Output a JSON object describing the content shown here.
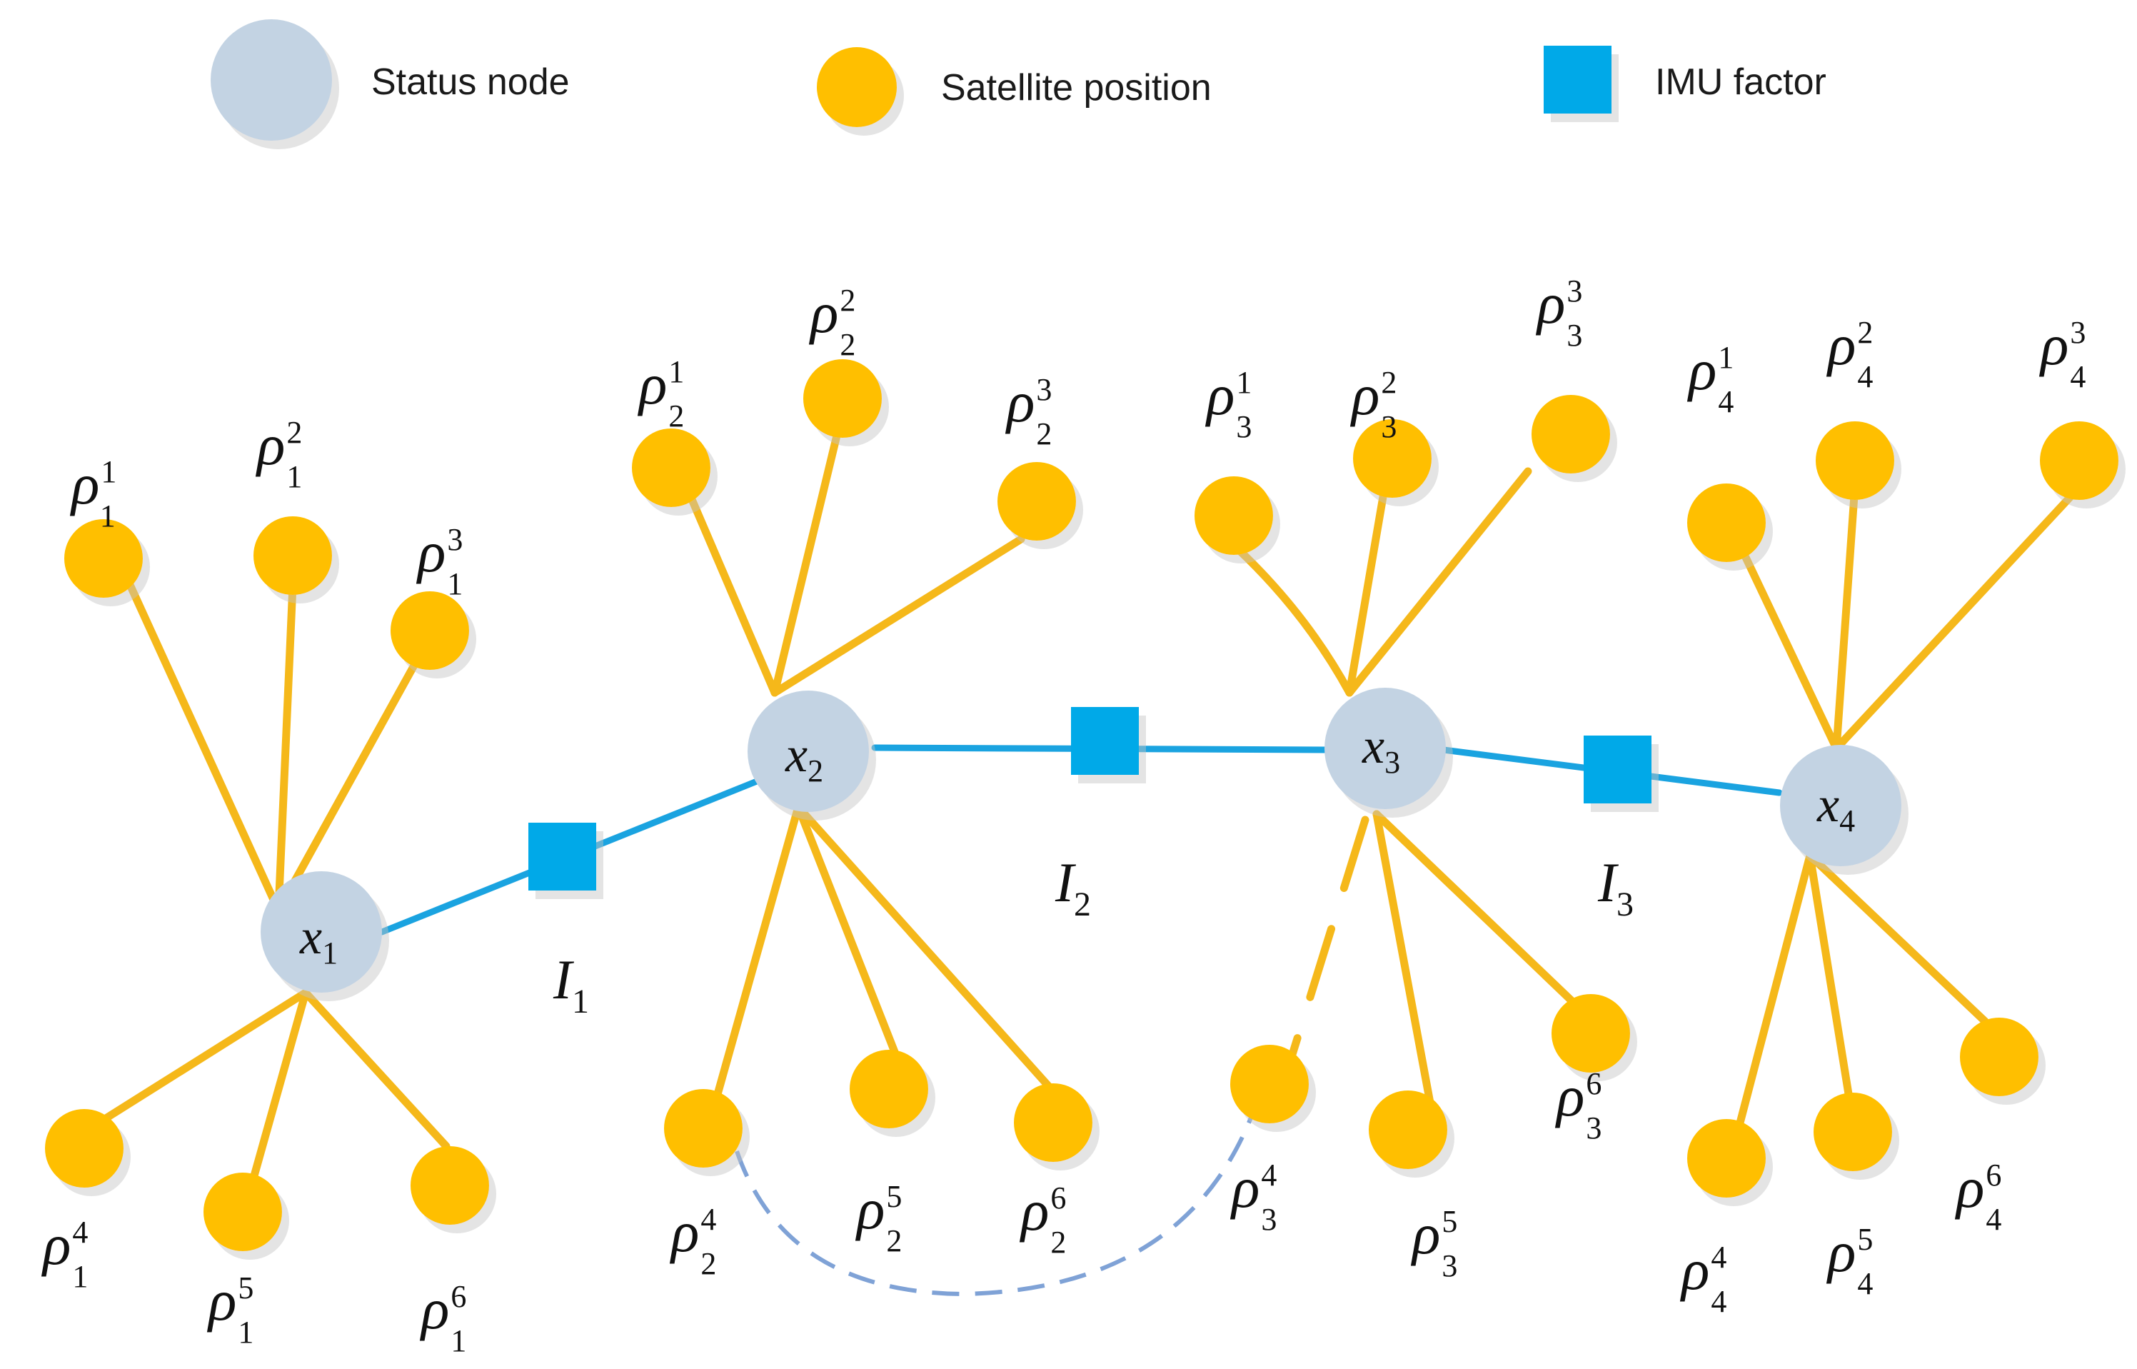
{
  "legend": {
    "status_node": "Status node",
    "satellite_position": "Satellite position",
    "imu_factor": "IMU factor"
  },
  "colors": {
    "status_node": "#c3d3e3",
    "satellite": "#ffbf00",
    "satellite_edge": "#f5b81a",
    "imu_factor": "#00a9e8",
    "imu_edge": "#1aa3e0",
    "loop_edge": "#7fa2d6",
    "shadow": "#d6d6d6"
  },
  "nodes": {
    "x1": {
      "symbol": "x",
      "sub": "1"
    },
    "x2": {
      "symbol": "x",
      "sub": "2"
    },
    "x3": {
      "symbol": "x",
      "sub": "3"
    },
    "x4": {
      "symbol": "x",
      "sub": "4"
    }
  },
  "imu": {
    "I1": {
      "symbol": "I",
      "sub": "1"
    },
    "I2": {
      "symbol": "I",
      "sub": "2"
    },
    "I3": {
      "symbol": "I",
      "sub": "3"
    }
  },
  "satellite_labels": {
    "symbol": "ρ",
    "s1": {
      "sub": "1",
      "sups": [
        "1",
        "2",
        "3",
        "4",
        "5",
        "6"
      ]
    },
    "s2": {
      "sub": "2",
      "sups": [
        "1",
        "2",
        "3",
        "4",
        "5",
        "6"
      ]
    },
    "s3": {
      "sub": "3",
      "sups": [
        "1",
        "2",
        "3",
        "4",
        "5",
        "6"
      ]
    },
    "s4": {
      "sub": "4",
      "sups": [
        "1",
        "2",
        "3",
        "4",
        "5",
        "6"
      ]
    }
  }
}
